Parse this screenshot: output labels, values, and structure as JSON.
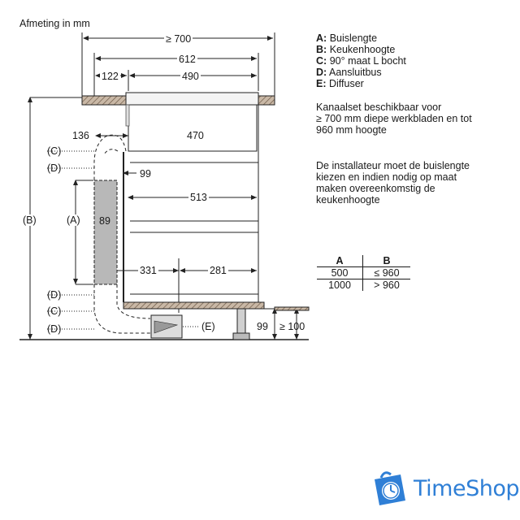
{
  "title": "Afmeting in mm",
  "legend": [
    {
      "key": "A:",
      "label": "Buislengte"
    },
    {
      "key": "B:",
      "label": "Keukenhoogte"
    },
    {
      "key": "C:",
      "label": "90° maat L bocht"
    },
    {
      "key": "D:",
      "label": "Aansluitbus"
    },
    {
      "key": "E:",
      "label": "Diffuser"
    }
  ],
  "notes": [
    {
      "lines": [
        "Kanaalset beschikbaar voor",
        "≥ 700 mm diepe werkbladen en tot",
        "960 mm hoogte"
      ]
    },
    {
      "lines": [
        "De installateur moet de buislengte",
        "kiezen en indien nodig op maat",
        "maken overeenkomstig de",
        "keukenhoogte"
      ]
    }
  ],
  "table": {
    "headers": [
      "A",
      "B"
    ],
    "rows": [
      [
        "500",
        "≤ 960"
      ],
      [
        "1000",
        "> 960"
      ]
    ]
  },
  "dimensions": {
    "worktop_depth": "≥ 700",
    "hob_depth": "612",
    "front_offset": "122",
    "rear_part": "490",
    "front_gap": "136",
    "hob_body": "470",
    "pipe_offset": "99",
    "inner_depth": "513",
    "pipe_width": "89",
    "plinth_front": "331",
    "plinth_rear": "281",
    "plinth_height": "99",
    "plinth_min": "≥ 100"
  },
  "labels": {
    "A": "(A)",
    "B": "(B)",
    "C1": "(C)",
    "D1": "(D)",
    "D2": "(D)",
    "C2": "(C)",
    "D3": "(D)",
    "E": "(E)"
  },
  "brand": {
    "name": "TimeShop",
    "color": "#2f7fd6"
  }
}
